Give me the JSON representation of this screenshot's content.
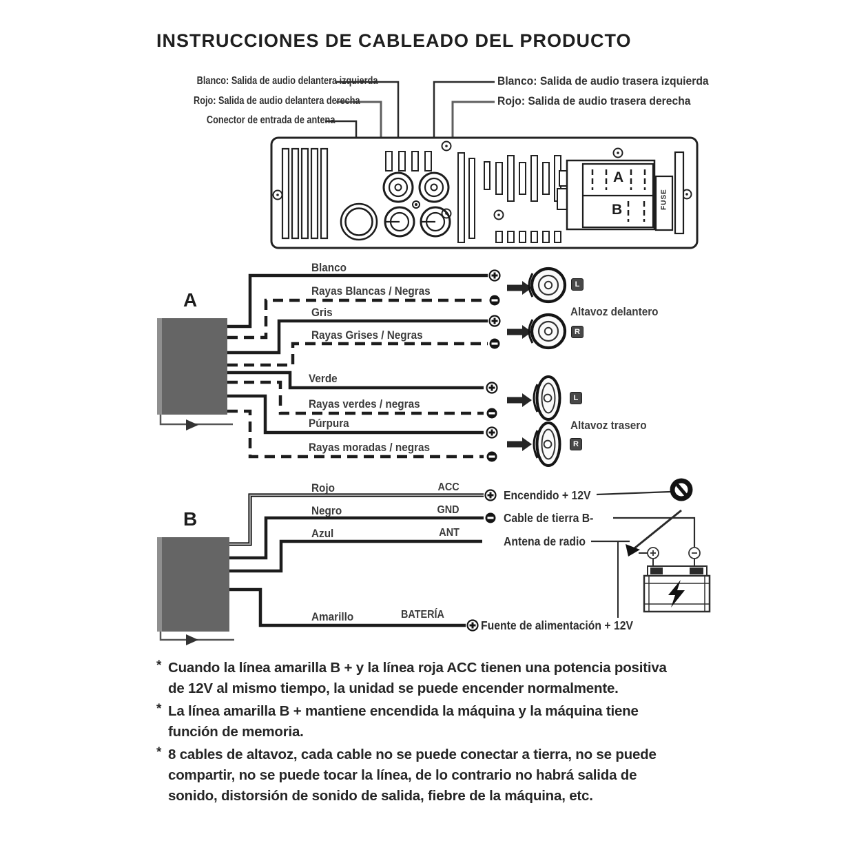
{
  "title": "INSTRUCCIONES DE CABLEADO DEL PRODUCTO",
  "callouts": {
    "front_left": "Blanco: Salida de audio delantera izquierda",
    "front_right": "Rojo: Salida de audio delantera derecha",
    "antenna_in": "Conector de entrada de antena",
    "rear_left": "Blanco: Salida de audio trasera izquierda",
    "rear_right": "Rojo: Salida de audio trasera derecha"
  },
  "unit": {
    "port_a": "A",
    "port_b": "B",
    "fuse": "FUSE"
  },
  "harness_a": {
    "label": "A",
    "wires": [
      {
        "name": "Blanco",
        "polarity": "+",
        "style": "solid"
      },
      {
        "name": "Rayas Blancas / Negras",
        "polarity": "-",
        "style": "dashed"
      },
      {
        "name": "Gris",
        "polarity": "+",
        "style": "solid"
      },
      {
        "name": "Rayas Grises / Negras",
        "polarity": "-",
        "style": "dashed"
      },
      {
        "name": "Verde",
        "polarity": "+",
        "style": "solid"
      },
      {
        "name": "Rayas verdes / negras",
        "polarity": "-",
        "style": "dashed"
      },
      {
        "name": "Púrpura",
        "polarity": "+",
        "style": "solid"
      },
      {
        "name": "Rayas moradas / negras",
        "polarity": "-",
        "style": "dashed"
      }
    ],
    "front_speakers": {
      "label": "Altavoz delantero",
      "left": "L",
      "right": "R"
    },
    "rear_speakers": {
      "label": "Altavoz trasero",
      "left": "L",
      "right": "R"
    }
  },
  "harness_b": {
    "label": "B",
    "wires": [
      {
        "name": "Rojo",
        "tag": "ACC",
        "dest": "Encendido + 12V"
      },
      {
        "name": "Negro",
        "tag": "GND",
        "dest": "Cable de tierra B-"
      },
      {
        "name": "Azul",
        "tag": "ANT",
        "dest": "Antena de radio"
      },
      {
        "name": "Amarillo",
        "tag": "BATERÍA",
        "dest": "Fuente de alimentación + 12V"
      }
    ]
  },
  "notes": [
    {
      "marker": "*",
      "lines": [
        "Cuando la línea amarilla B + y la línea roja ACC tienen una potencia positiva",
        "de 12V al mismo tiempo, la unidad se puede encender normalmente."
      ]
    },
    {
      "marker": "*",
      "lines": [
        "La línea amarilla B + mantiene encendida la máquina y la máquina tiene",
        "función de memoria."
      ]
    },
    {
      "marker": "*",
      "lines": [
        "8 cables de altavoz, cada cable no se puede conectar a tierra, no se puede",
        "compartir, no se puede tocar la línea, de lo contrario no habrá salida de",
        "sonido, distorsión de sonido de salida, fiebre de la máquina, etc."
      ]
    }
  ],
  "colors": {
    "wire": "#1c1c1c",
    "block_gray": "#656565",
    "text_dark": "#2f2f2f"
  }
}
